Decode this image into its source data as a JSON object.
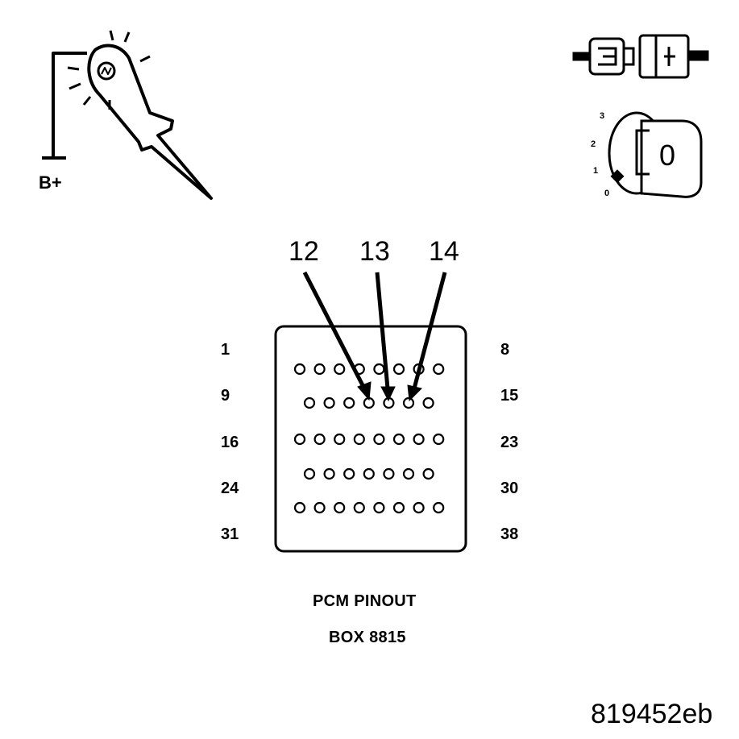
{
  "test_light": {
    "supply_label": "B+"
  },
  "ignition": {
    "positions": [
      "3",
      "2",
      "1",
      "0"
    ],
    "key_face": "0"
  },
  "connector": {
    "callouts": [
      "12",
      "13",
      "14"
    ],
    "left_labels": [
      "1",
      "9",
      "16",
      "24",
      "31"
    ],
    "right_labels": [
      "8",
      "15",
      "23",
      "30",
      "38"
    ]
  },
  "caption": {
    "line1": "PCM PINOUT",
    "line2": "BOX 8815"
  },
  "figure_id": "819452eb"
}
